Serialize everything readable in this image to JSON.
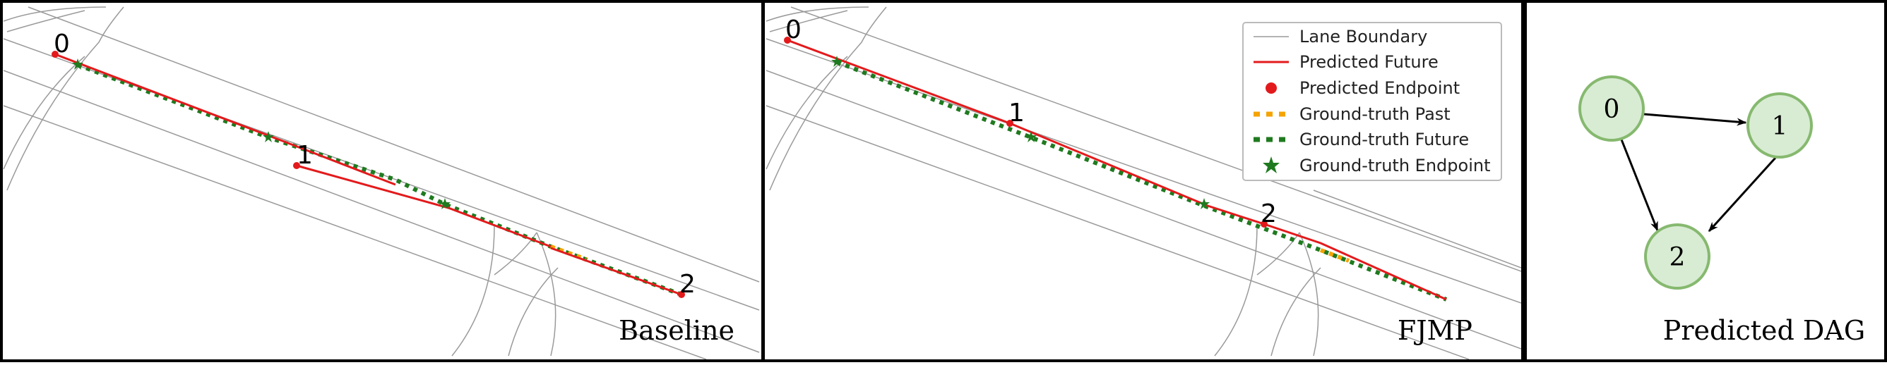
{
  "panels": {
    "baseline": {
      "title": "Baseline",
      "agents": [
        "0",
        "1",
        "2"
      ]
    },
    "fjmp": {
      "title": "FJMP",
      "agents": [
        "0",
        "1",
        "2"
      ]
    },
    "dag": {
      "title": "Predicted DAG",
      "nodes": [
        "0",
        "1",
        "2"
      ]
    }
  },
  "legend": {
    "items": [
      "Lane Boundary",
      "Predicted Future",
      "Predicted Endpoint",
      "Ground-truth Past",
      "Ground-truth Future",
      "Ground-truth Endpoint"
    ]
  },
  "colors": {
    "lane": "#9a9a9a",
    "predicted": "#e31a1c",
    "gt_past": "#f5a300",
    "gt_future": "#1f7a1f",
    "dag_node_fill": "#d8ecd3",
    "dag_node_stroke": "#86b96f"
  },
  "dag_edges": [
    {
      "from": "0",
      "to": "1"
    },
    {
      "from": "0",
      "to": "2"
    },
    {
      "from": "1",
      "to": "2"
    }
  ]
}
